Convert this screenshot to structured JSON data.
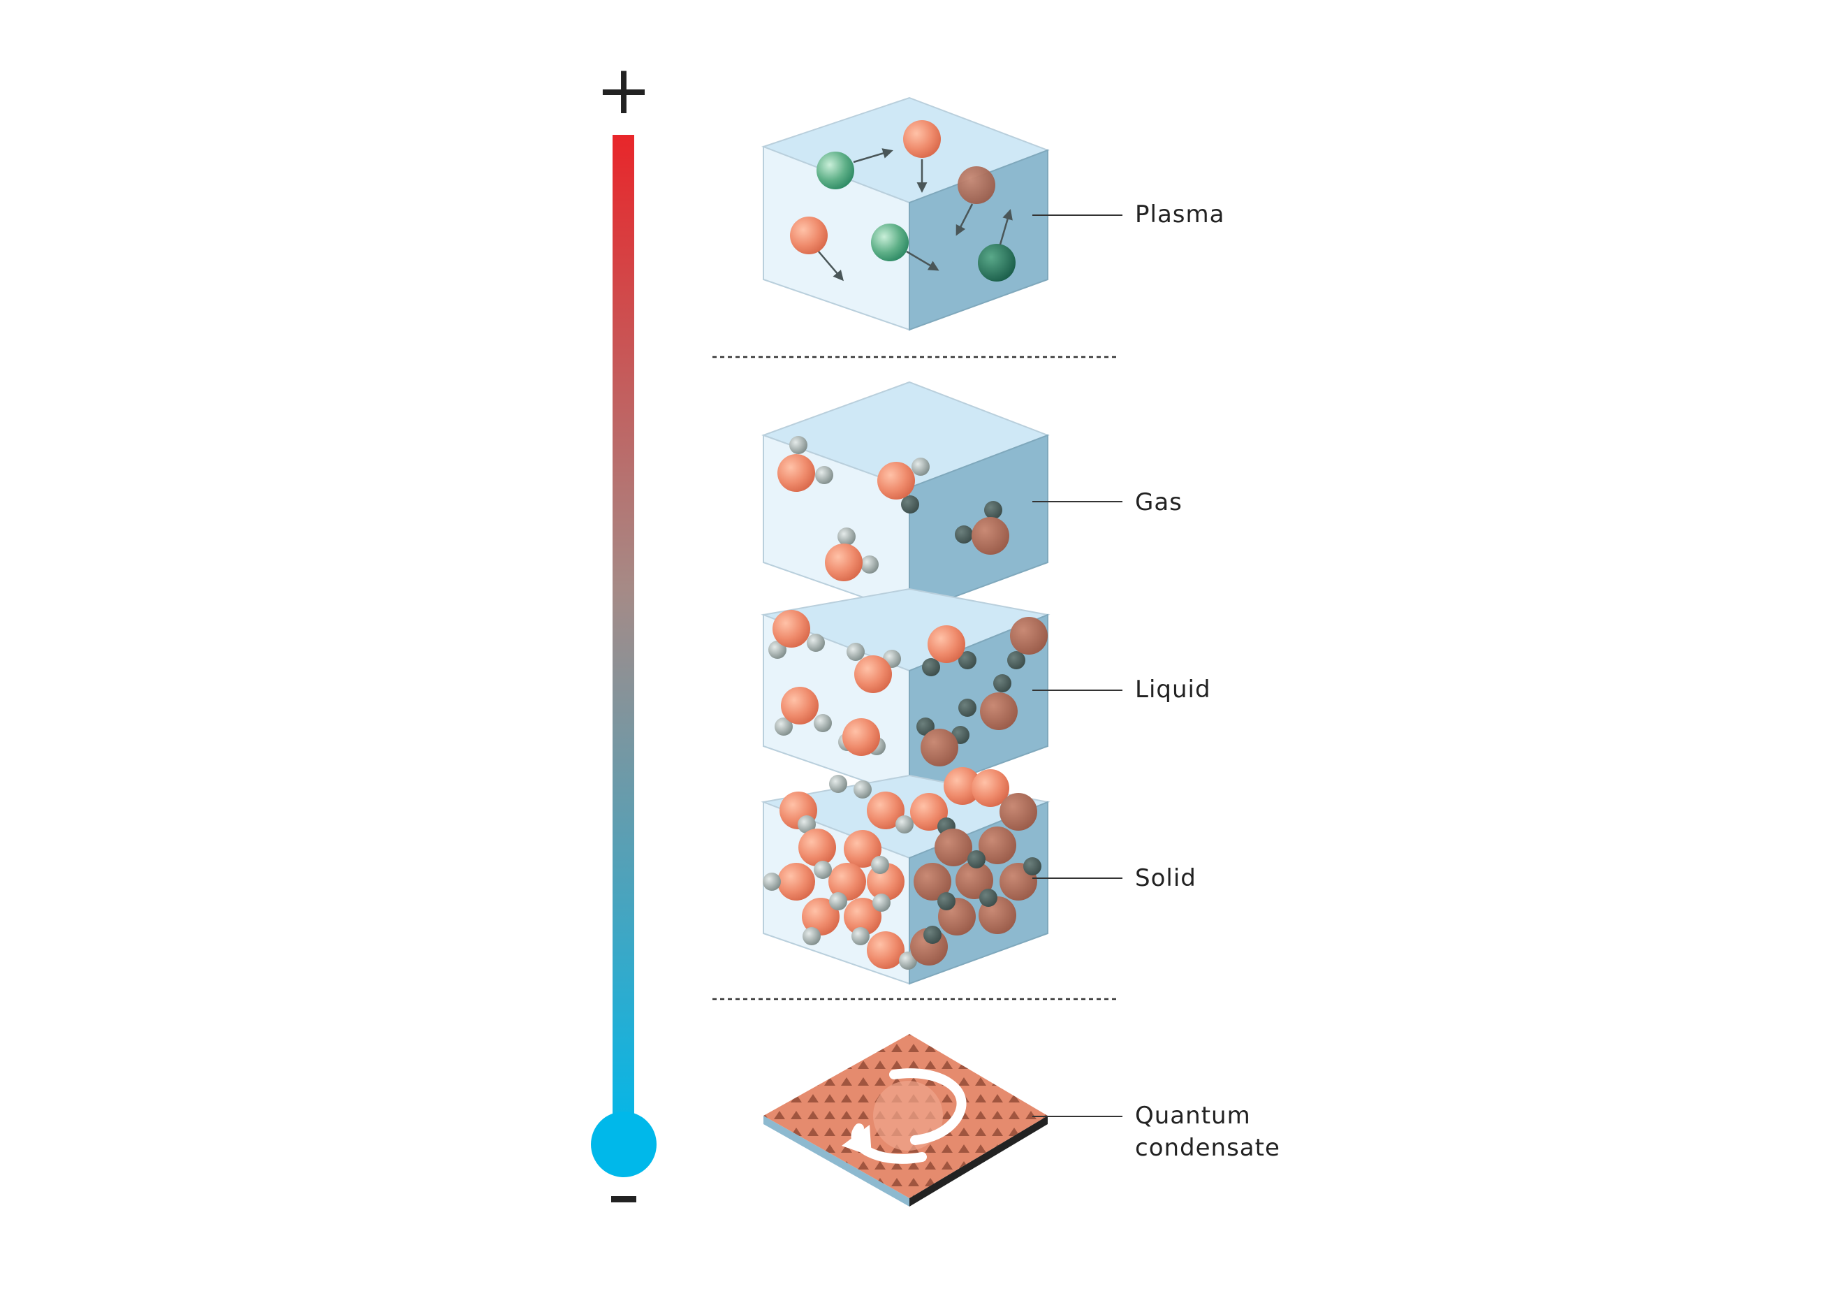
{
  "thermometer": {
    "top_sign": "+",
    "bottom_sign": "-",
    "hot_color": "#e8262a",
    "cold_color": "#00b8ea",
    "meaning": "temperature"
  },
  "states": [
    {
      "id": "plasma",
      "label": "Plasma"
    },
    {
      "id": "gas",
      "label": "Gas"
    },
    {
      "id": "liquid",
      "label": "Liquid"
    },
    {
      "id": "solid",
      "label": "Solid"
    },
    {
      "id": "quantum",
      "label_lines": [
        "Quantum",
        "condensate"
      ]
    }
  ],
  "colors": {
    "cube_top": "#cfe8f6",
    "cube_left": "#e8f4fb",
    "cube_right": "#8db9cf",
    "atom_orange": "#ef8b6c",
    "atom_green": "#4ea37f",
    "atom_grey": "#9aa6a3",
    "condensate": "#e58b6e"
  }
}
